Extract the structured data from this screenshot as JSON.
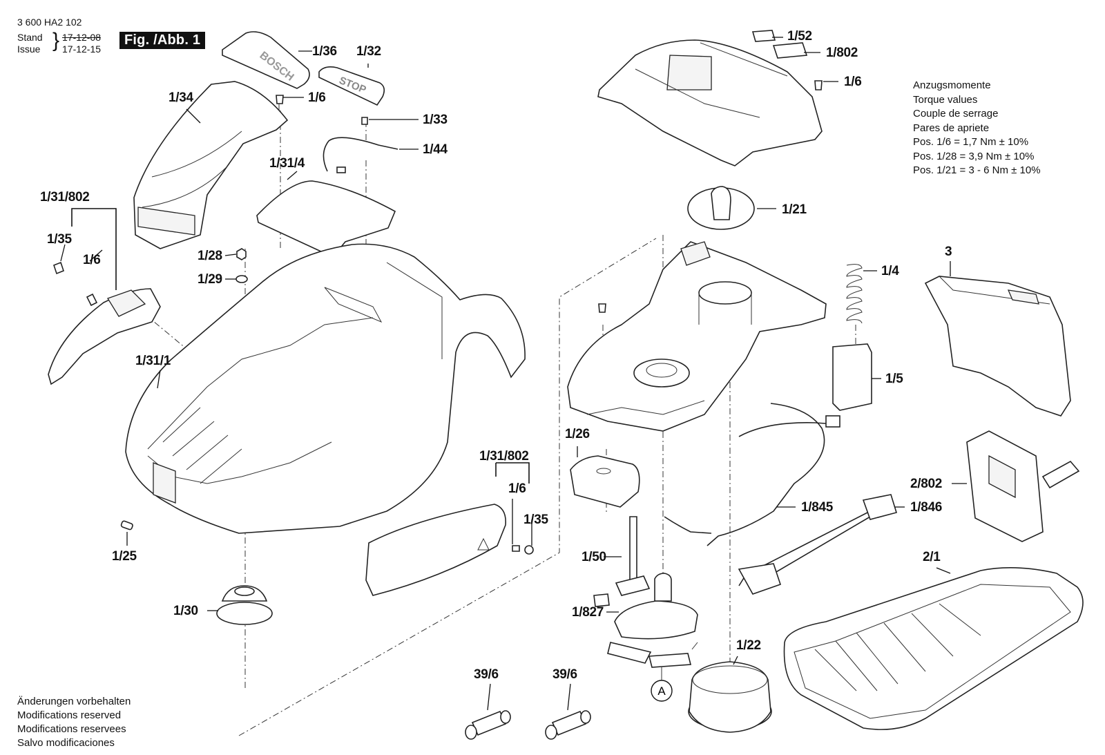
{
  "header": {
    "doc_number": "3 600 HA2 102",
    "stand_label": "Stand",
    "issue_label": "Issue",
    "stand_date": "17-12-08",
    "issue_date": "17-12-15",
    "figure_badge": "Fig. /Abb. 1"
  },
  "torque_notes": {
    "lines": [
      "Anzugsmomente",
      "Torque values",
      "Couple de serrage",
      "Pares de apriete"
    ],
    "values": [
      "Pos. 1/6   = 1,7 Nm  ± 10%",
      "Pos. 1/28 = 3,9 Nm  ± 10%",
      "Pos. 1/21 = 3 - 6 Nm  ± 10%"
    ]
  },
  "footer": {
    "lines": [
      "Änderungen vorbehalten",
      "Modifications reserved",
      "Modifications reservees",
      "Salvo modificaciones"
    ]
  },
  "part_labels": [
    {
      "id": "1/36"
    },
    {
      "id": "1/32"
    },
    {
      "id": "1/6"
    },
    {
      "id": "1/34"
    },
    {
      "id": "1/33"
    },
    {
      "id": "1/44"
    },
    {
      "id": "1/31/4"
    },
    {
      "id": "1/31/802"
    },
    {
      "id": "1/35"
    },
    {
      "id": "1/6"
    },
    {
      "id": "1/28"
    },
    {
      "id": "1/29"
    },
    {
      "id": "1/31/1"
    },
    {
      "id": "1/25"
    },
    {
      "id": "1/30"
    },
    {
      "id": "1/31/802"
    },
    {
      "id": "1/6"
    },
    {
      "id": "1/35"
    },
    {
      "id": "1/52"
    },
    {
      "id": "1/802"
    },
    {
      "id": "1/6"
    },
    {
      "id": "1/21"
    },
    {
      "id": "1/4"
    },
    {
      "id": "3"
    },
    {
      "id": "1/5"
    },
    {
      "id": "1/26"
    },
    {
      "id": "2/802"
    },
    {
      "id": "1/845"
    },
    {
      "id": "1/846"
    },
    {
      "id": "1/50"
    },
    {
      "id": "2/1"
    },
    {
      "id": "1/827"
    },
    {
      "id": "1/22"
    },
    {
      "id": "39/6"
    },
    {
      "id": "39/6"
    }
  ],
  "embossed_text": {
    "bosch_logo": "BOSCH",
    "stop_button": "STOP"
  },
  "callout_letter": "A"
}
